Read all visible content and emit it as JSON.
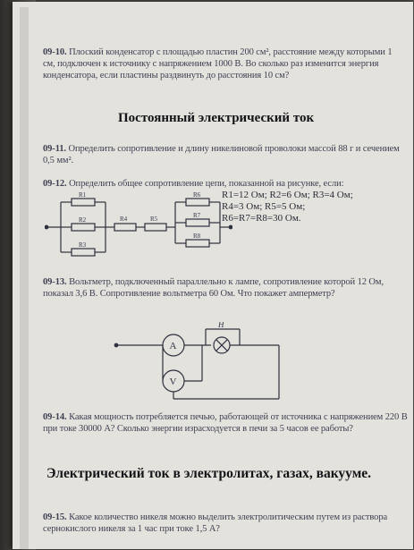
{
  "p0910": {
    "num": "09-10.",
    "text": "Плоский конденсатор с площадью пластин 200 см², расстояние между которыми 1 см, подключен к источнику с напряжением 1000 В. Во сколько раз изменится энергия конденсатора, если пластины раздвинуть до расстояния 10 см?"
  },
  "section1": {
    "title": "Постоянный электрический ток"
  },
  "p0911": {
    "num": "09-11.",
    "text": "Определить сопротивление и длину никелиновой проволоки массой 88 г и сечением 0,5 мм²."
  },
  "p0912": {
    "num": "09-12.",
    "text": "Определить общее сопротивление цепи, показанной на рисунке, если:",
    "params": [
      "R1=12 Ом; R2=6 Ом; R3=4 Ом;",
      "R4=3 Ом; R5=5 Ом;",
      "R6=R7=R8=30 Ом."
    ],
    "labels": [
      "R1",
      "R2",
      "R3",
      "R4",
      "R5",
      "R6",
      "R7",
      "R8"
    ]
  },
  "p0913": {
    "num": "09-13.",
    "text": "Вольтметр, подключенный параллельно к лампе, сопротивление которой 12 Ом, показал 3,6 В. Сопротивление вольтметра 60 Ом. Что покажет амперметр?",
    "labels": {
      "lamp": "Н",
      "ammeter": "A",
      "voltmeter": "V"
    }
  },
  "p0914": {
    "num": "09-14.",
    "text": "Какая мощность потребляется печью, работающей от источника с напряжением 220 В при токе 30000 А? Сколько энергии израсходуется в печи за 5 часов ее работы?"
  },
  "section2": {
    "title": "Электрический ток в электролитах, газах, вакууме."
  },
  "p0915": {
    "num": "09-15.",
    "text": "Какое количество никеля можно выделить электролитическим путем из раствора сернокислого никеля за 1 час при токе 1,5 А?"
  },
  "colors": {
    "paper": "#e3e2dd",
    "ink": "#3e3f52",
    "heading": "#141418"
  }
}
